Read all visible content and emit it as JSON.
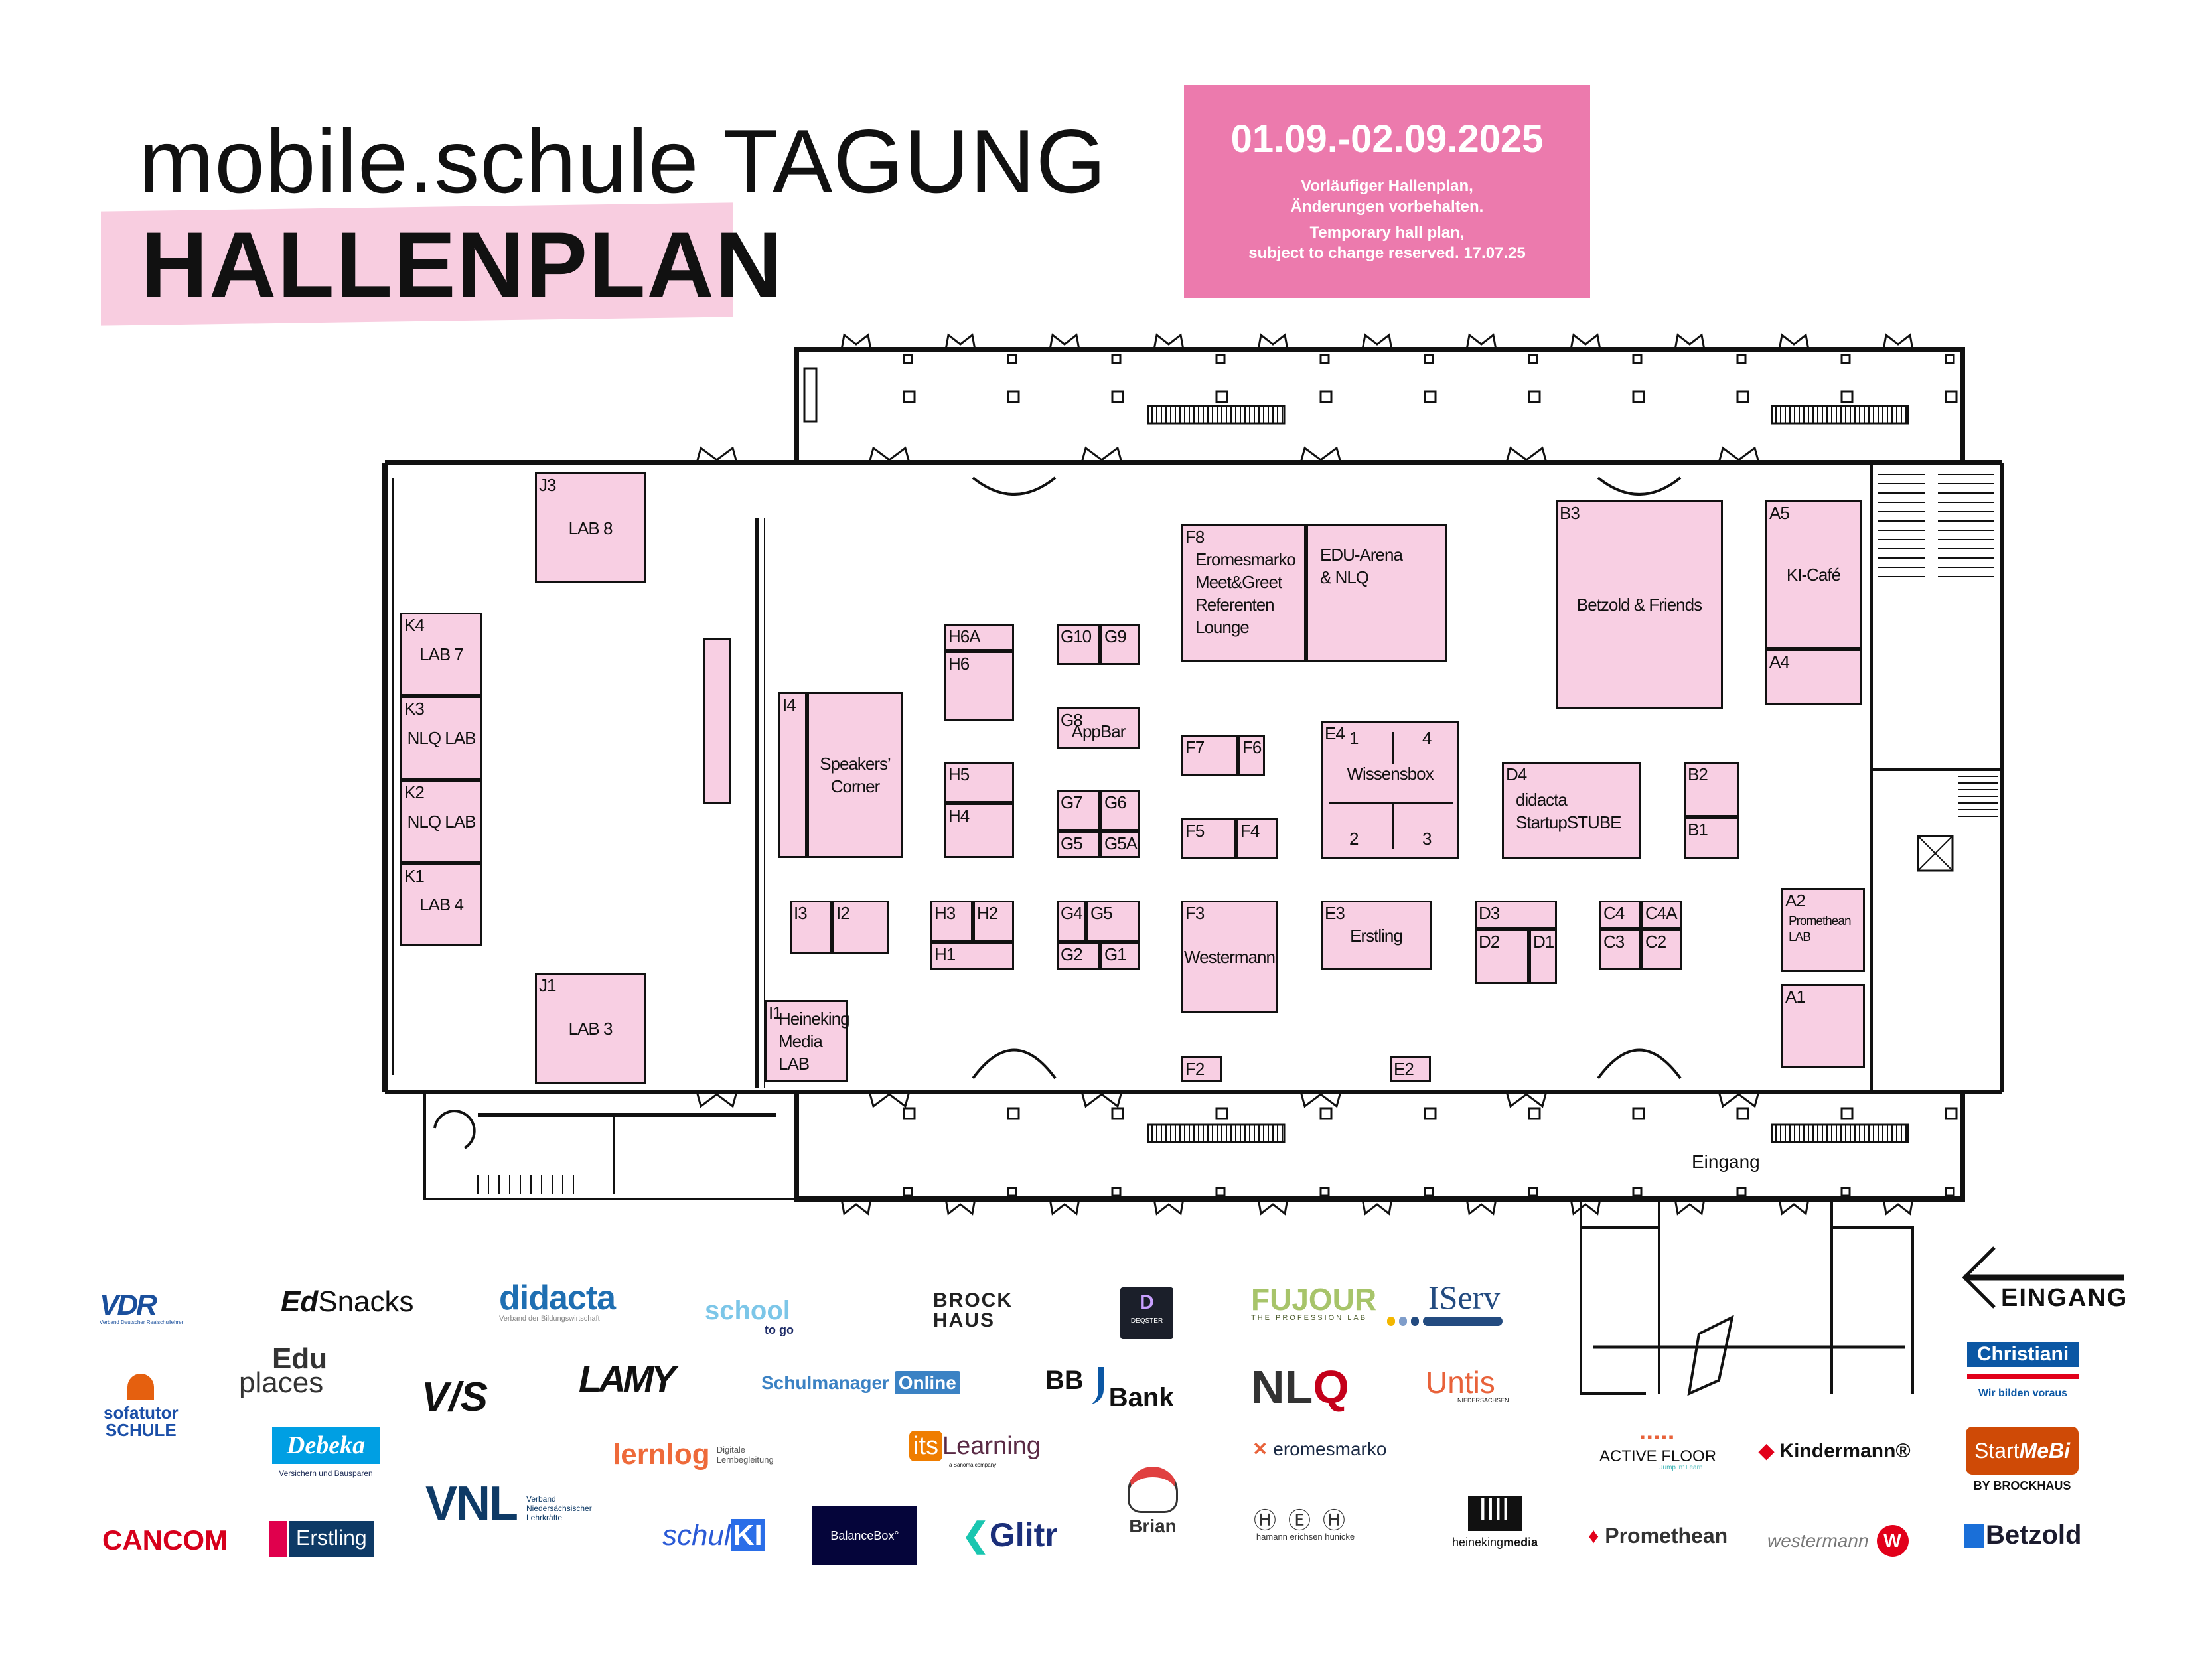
{
  "header": {
    "title": "mobile.schule TAGUNG",
    "subtitle": "HALLENPLAN",
    "date": "01.09.-02.09.2025",
    "notice_de_1": "Vorläufiger Hallenplan,",
    "notice_de_2": "Änderungen vorbehalten.",
    "notice_en_1": "Temporary hall plan,",
    "notice_en_2": "subject to change reserved. 17.07.25"
  },
  "colors": {
    "booth": "#f8cfe3",
    "accent": "#ec7aad",
    "band": "#f8cde0"
  },
  "booths": [
    {
      "code": "J3",
      "name": "LAB 8"
    },
    {
      "code": "K4",
      "name": "LAB 7"
    },
    {
      "code": "K3",
      "name": "NLQ LAB"
    },
    {
      "code": "K2",
      "name": "NLQ LAB"
    },
    {
      "code": "K1",
      "name": "LAB 4"
    },
    {
      "code": "J1",
      "name": "LAB 3"
    },
    {
      "code": "I4",
      "name": ""
    },
    {
      "code": "",
      "name": "Speakers’\nCorner"
    },
    {
      "code": "I3",
      "name": ""
    },
    {
      "code": "I2",
      "name": ""
    },
    {
      "code": "I1",
      "name": "Heineking\nMedia LAB"
    },
    {
      "code": "H6A",
      "name": ""
    },
    {
      "code": "H6",
      "name": ""
    },
    {
      "code": "H5",
      "name": ""
    },
    {
      "code": "H4",
      "name": ""
    },
    {
      "code": "H3",
      "name": ""
    },
    {
      "code": "H2",
      "name": ""
    },
    {
      "code": "H1",
      "name": ""
    },
    {
      "code": "G10",
      "name": ""
    },
    {
      "code": "G9",
      "name": ""
    },
    {
      "code": "G8",
      "name": "AppBar"
    },
    {
      "code": "G7",
      "name": ""
    },
    {
      "code": "G6",
      "name": ""
    },
    {
      "code": "G5",
      "name": ""
    },
    {
      "code": "G5A",
      "name": ""
    },
    {
      "code": "G4",
      "name": ""
    },
    {
      "code": "G5",
      "name": ""
    },
    {
      "code": "G2",
      "name": ""
    },
    {
      "code": "G1",
      "name": ""
    },
    {
      "code": "F8",
      "name": "Eromesmarko\nMeet&Greet\nReferenten\nLounge"
    },
    {
      "code": "",
      "name": "EDU-Arena\n& NLQ"
    },
    {
      "code": "F7",
      "name": ""
    },
    {
      "code": "F6",
      "name": ""
    },
    {
      "code": "F5",
      "name": ""
    },
    {
      "code": "F4",
      "name": ""
    },
    {
      "code": "F3",
      "name": "Westermann"
    },
    {
      "code": "F2",
      "name": ""
    },
    {
      "code": "E4",
      "name": "Wissensbox"
    },
    {
      "code": "E3",
      "name": "Erstling"
    },
    {
      "code": "E2",
      "name": ""
    },
    {
      "code": "D4",
      "name": "didacta\nStartupSTUBE"
    },
    {
      "code": "D3",
      "name": ""
    },
    {
      "code": "D2",
      "name": ""
    },
    {
      "code": "D1",
      "name": ""
    },
    {
      "code": "C4",
      "name": ""
    },
    {
      "code": "C4A",
      "name": ""
    },
    {
      "code": "C3",
      "name": ""
    },
    {
      "code": "C2",
      "name": ""
    },
    {
      "code": "B3",
      "name": "Betzold & Friends"
    },
    {
      "code": "B2",
      "name": ""
    },
    {
      "code": "B1",
      "name": ""
    },
    {
      "code": "A5",
      "name": "KI-Café"
    },
    {
      "code": "A4",
      "name": ""
    },
    {
      "code": "A2",
      "name": "Promethean\nLAB"
    },
    {
      "code": "A1",
      "name": ""
    },
    {
      "code": "",
      "name": ""
    }
  ],
  "wissensbox_sections": [
    "1",
    "2",
    "3",
    "4"
  ],
  "plan_labels": {
    "eingang_inside": "Eingang",
    "eingang_arrow": "EINGANG"
  },
  "sponsors": {
    "vdr": "VDR",
    "vdr_sub": "Verband Deutscher Realschullehrer",
    "edsnacks_a": "Ed",
    "edsnacks_b": "Snacks",
    "didacta": "didacta",
    "didacta_sub": "Verband der Bildungswirtschaft",
    "school": "school",
    "school_sub": "to go",
    "brockhaus_1": "BROCK",
    "brockhaus_2": "HAUS",
    "deqster": "DEQSTER",
    "fujour": "FUJOUR",
    "fujour_sub": "THE PROFESSION LAB",
    "iserv": "IServ",
    "sofatutor_1": "sofatutor",
    "sofatutor_2": "SCHULE",
    "eduplaces_1": "Edu",
    "eduplaces_2": "places",
    "vs": "V/S",
    "lamy": "LAMY",
    "schulmanager": "Schulmanager",
    "schulmanager_badge": "Online",
    "bbbank_1": "BB",
    "bbbank_2": "Bank",
    "nlq_a": "NL",
    "nlq_b": "Q",
    "untis": "Untis",
    "untis_sub": "NIEDERSACHSEN",
    "christiani": "Christiani",
    "christiani_sub": "Wir bilden voraus",
    "debeka": "Debeka",
    "debeka_sub": "Versichern und Bausparen",
    "lernlog": "lernlog",
    "lernlog_sub": "Digitale\nLernbegleitung",
    "itslearning_a": "its",
    "itslearning_b": "Learning",
    "itslearning_sub": "a Sanoma company",
    "eromesmarko": "eromesmarko",
    "activefloor": "ACTIVE FLOOR",
    "activefloor_sub": "Jump 'n' Learn",
    "kindermann": "Kindermann®",
    "startmebi_a": "Start",
    "startmebi_b": "MeBi",
    "startmebi_sub": "BY BROCKHAUS",
    "cancom": "CANCOM",
    "erstling": "Erstling",
    "vnl": "VNL",
    "vnl_sub": "Verband\nNiedersächsischer\nLehrkräfte",
    "schulki_a": "schul",
    "schulki_b": "KI",
    "balancebox": "BalanceBox°",
    "glitr": "Glitr",
    "brian": "Brian",
    "heh": "hamann erichsen hünicke",
    "heinekingmedia_a": "heineking",
    "heinekingmedia_b": "media",
    "promethean": "Promethean",
    "westermann": "westermann",
    "westermann_badge": "W",
    "betzold": "Betzold"
  }
}
